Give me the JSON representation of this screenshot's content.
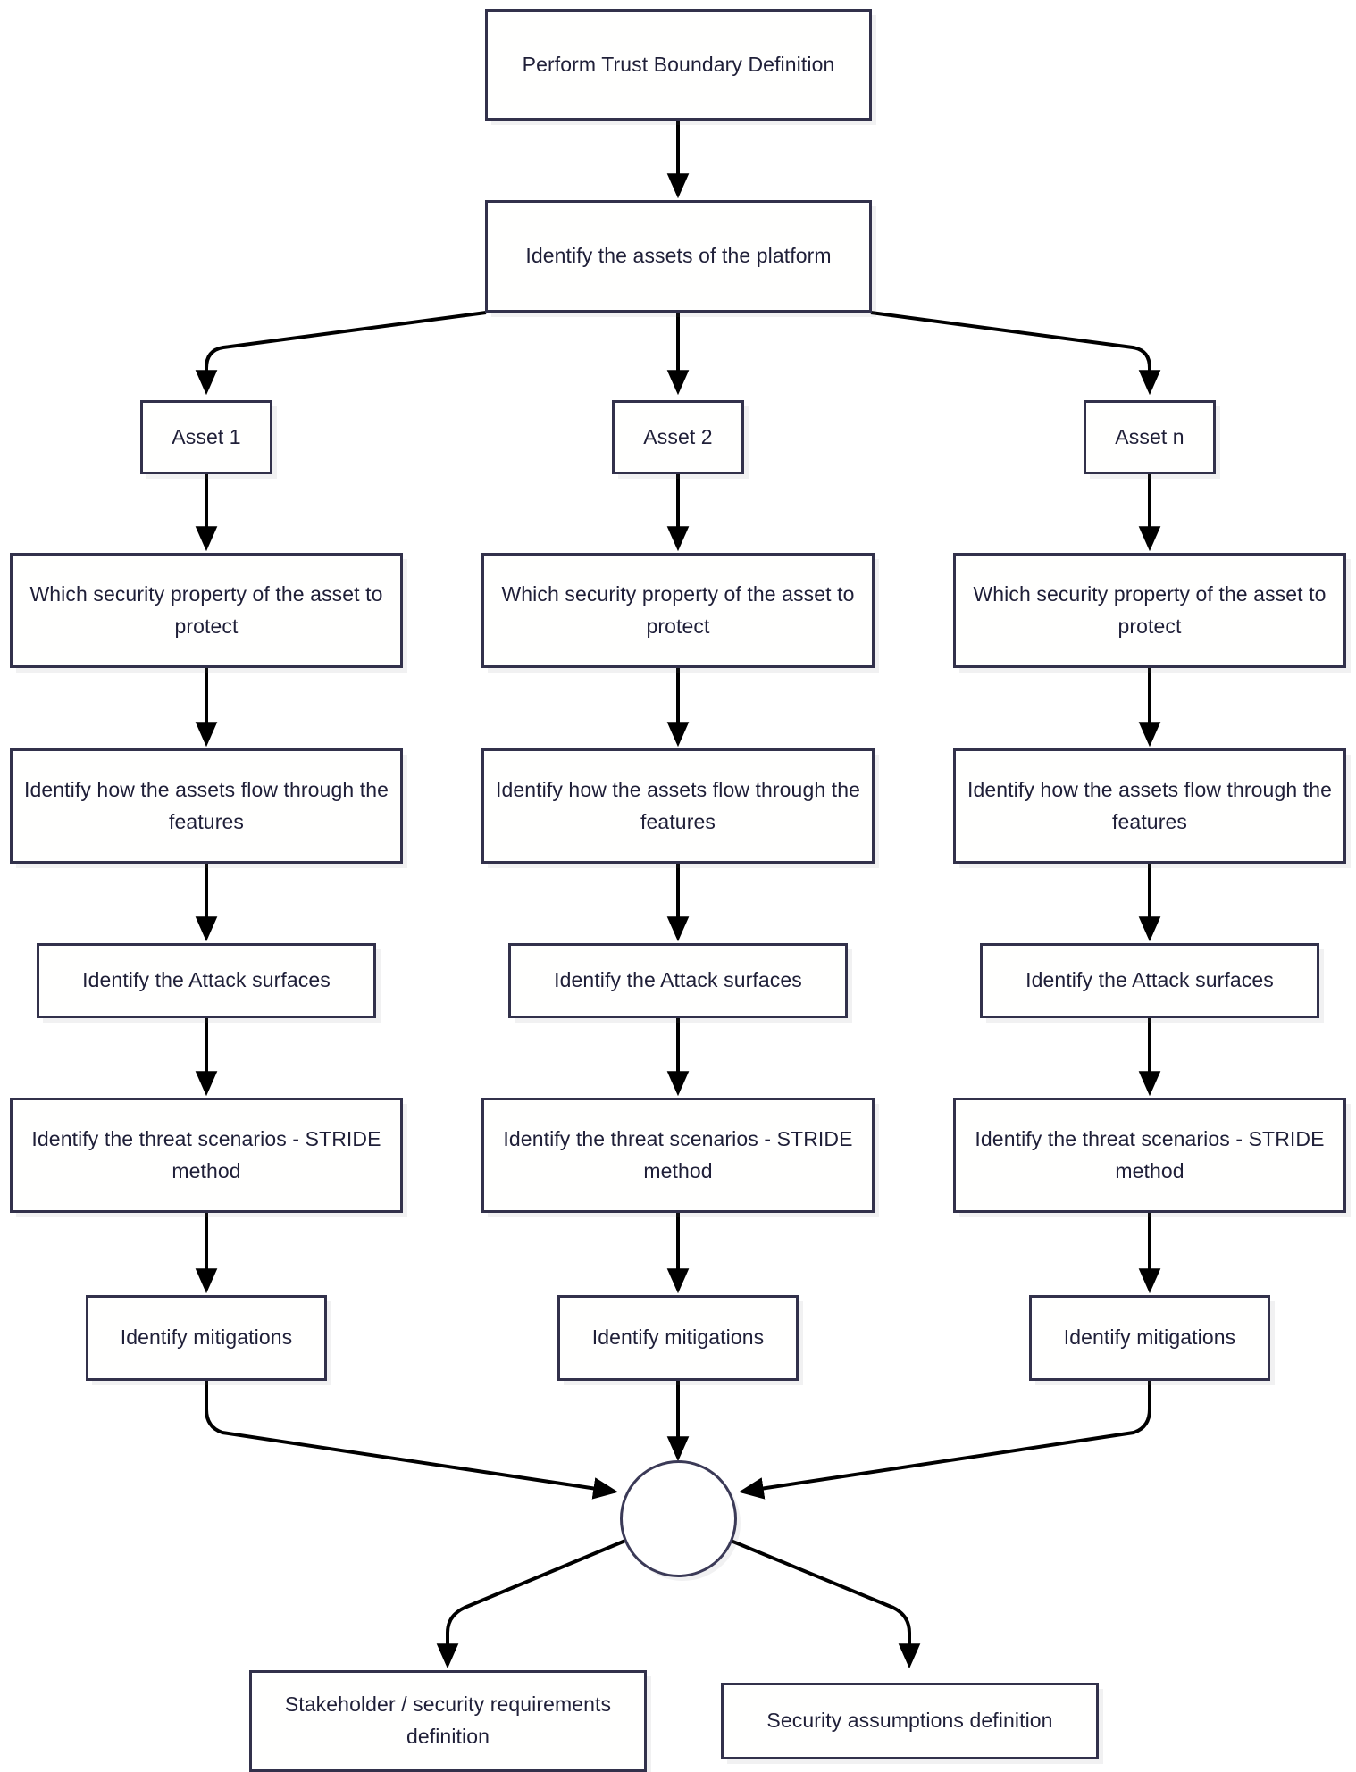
{
  "diagram": {
    "title": "Threat modeling process flowchart",
    "colors": {
      "node_border": "#32314b",
      "node_fill": "#fffffe",
      "text": "#1f1f38",
      "edge": "#000000",
      "junction_border": "#3b3a57",
      "background": "#ffffff"
    }
  },
  "nodes": {
    "start": {
      "label": "Perform Trust Boundary Definition"
    },
    "identify_assets": {
      "label": "Identify the assets of the platform"
    },
    "assets": [
      {
        "label": "Asset 1"
      },
      {
        "label": "Asset 2"
      },
      {
        "label": "Asset n"
      }
    ],
    "steps": [
      {
        "label": "Which security property of the asset to protect"
      },
      {
        "label": "Identify how the assets flow through the features"
      },
      {
        "label": "Identify the Attack surfaces"
      },
      {
        "label": "Identify the threat scenarios - STRIDE method"
      },
      {
        "label": "Identify mitigations"
      }
    ],
    "junction": {
      "label": ""
    },
    "outputs": [
      {
        "label": "Stakeholder / security requirements definition"
      },
      {
        "label": "Security assumptions definition"
      }
    ]
  },
  "columns": [
    {
      "name": "asset-1-column"
    },
    {
      "name": "asset-2-column"
    },
    {
      "name": "asset-n-column"
    }
  ]
}
